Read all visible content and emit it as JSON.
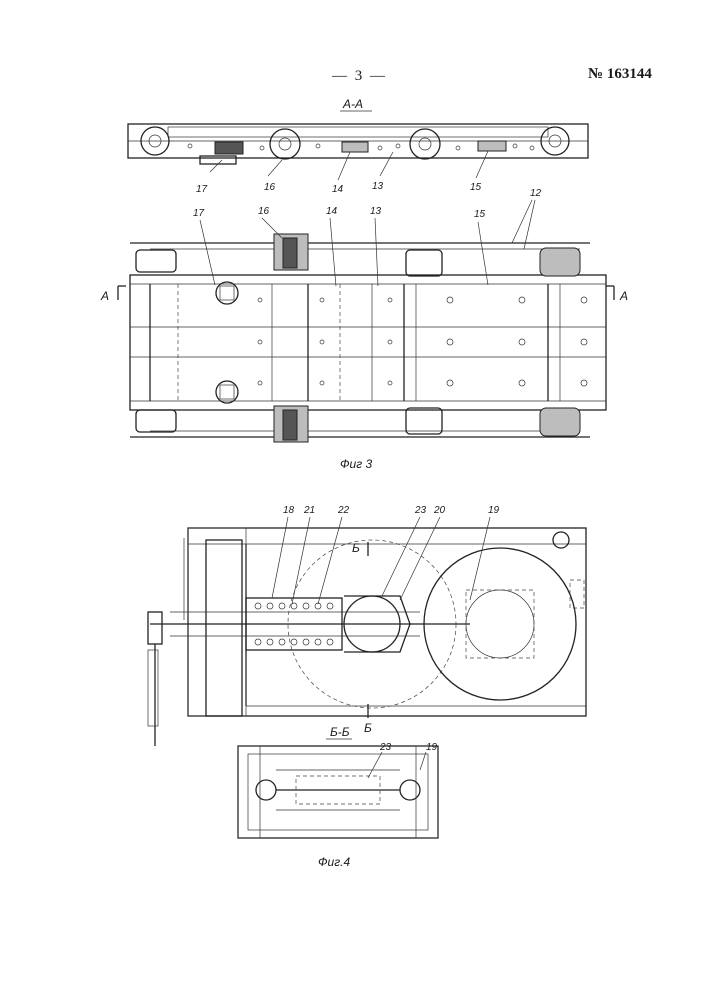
{
  "header": {
    "page_number": "— 3 —",
    "patent_number": "№ 163144"
  },
  "fig3": {
    "section_title": "А-А",
    "caption": "Фиг 3",
    "section_marker_left": "А",
    "section_marker_right": "А",
    "labels_section": [
      "17",
      "16",
      "14",
      "13",
      "15"
    ],
    "labels_plan": [
      "17",
      "16",
      "14",
      "13",
      "15",
      "12"
    ]
  },
  "fig4": {
    "caption": "Фиг.4",
    "section_title": "Б-Б",
    "section_marker_top": "Б",
    "section_marker_bottom": "Б",
    "labels_main": [
      "18",
      "21",
      "22",
      "23",
      "20",
      "19"
    ],
    "labels_section": [
      "23",
      "19"
    ]
  }
}
